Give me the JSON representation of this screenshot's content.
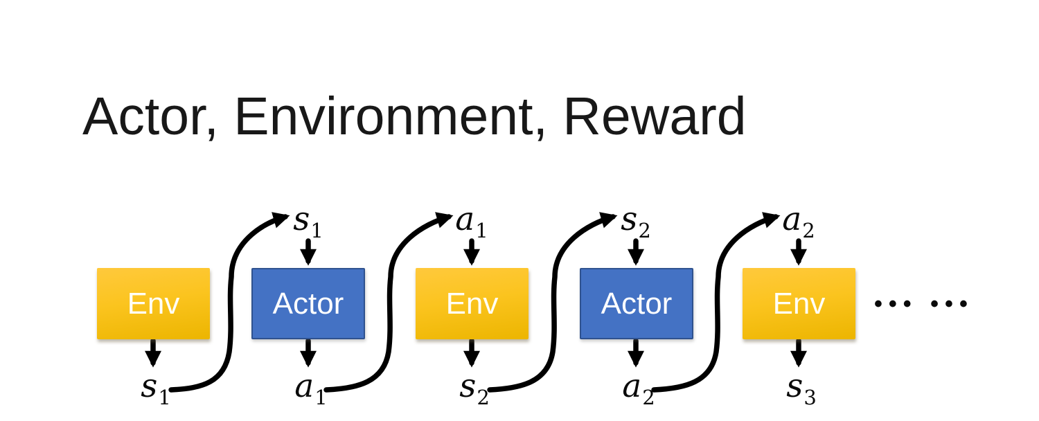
{
  "slide": {
    "title": "Actor, Environment, Reward"
  },
  "diagram": {
    "boxes": [
      {
        "label": "Env",
        "type": "env"
      },
      {
        "label": "Actor",
        "type": "actor"
      },
      {
        "label": "Env",
        "type": "env"
      },
      {
        "label": "Actor",
        "type": "actor"
      },
      {
        "label": "Env",
        "type": "env"
      }
    ],
    "top_labels": [
      {
        "base": "s",
        "sub": "1"
      },
      {
        "base": "a",
        "sub": "1"
      },
      {
        "base": "s",
        "sub": "2"
      },
      {
        "base": "a",
        "sub": "2"
      }
    ],
    "bottom_labels": [
      {
        "base": "s",
        "sub": "1"
      },
      {
        "base": "a",
        "sub": "1"
      },
      {
        "base": "s",
        "sub": "2"
      },
      {
        "base": "a",
        "sub": "2"
      },
      {
        "base": "s",
        "sub": "3"
      }
    ],
    "ellipsis": "••• •••",
    "colors": {
      "env_gradient_top": "#FFC93C",
      "env_gradient_bottom": "#ECB500",
      "actor_fill": "#4472C4",
      "actor_border": "#2F528F",
      "arrow": "#000000",
      "title_text": "#181818",
      "box_text": "#FFFFFF"
    }
  }
}
